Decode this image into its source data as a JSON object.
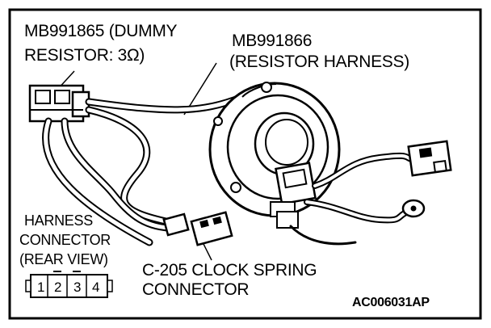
{
  "labels": {
    "dummy_resistor_line1": "MB991865 (DUMMY",
    "dummy_resistor_line2": "RESISTOR: 3Ω)",
    "resistor_harness_line1": "MB991866",
    "resistor_harness_line2": "(RESISTOR HARNESS)",
    "harness_connector_line1": "HARNESS",
    "harness_connector_line2": "CONNECTOR",
    "harness_connector_line3": "(REAR VIEW)",
    "clock_spring_line1": "C-205 CLOCK SPRING",
    "clock_spring_line2": "CONNECTOR",
    "reference_code": "AC006031AP"
  },
  "connector_pins": [
    "1",
    "2",
    "3",
    "4"
  ],
  "colors": {
    "ink": "#000000",
    "paper": "#ffffff"
  }
}
